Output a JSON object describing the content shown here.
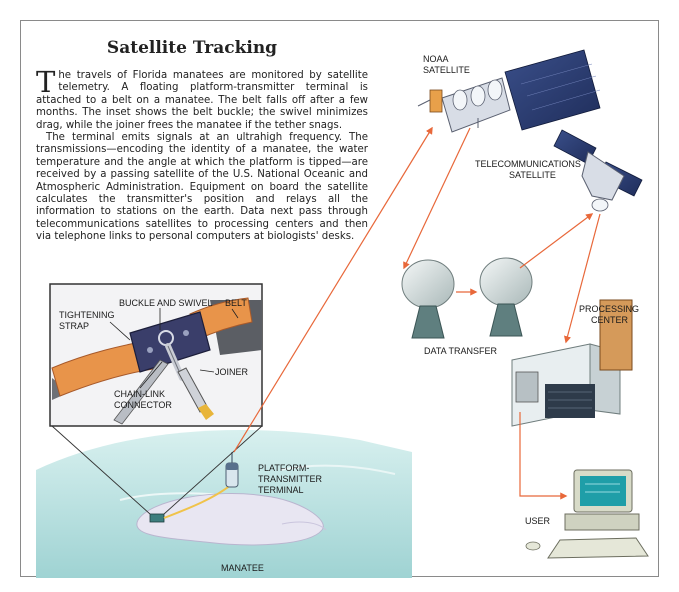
{
  "article": {
    "title": "Satellite Tracking",
    "dropcap": "T",
    "paragraph1": "he travels of Florida manatees are monitored by satellite telemetry. A floating platform-transmitter terminal is attached to a belt on a manatee. The belt falls off after a few months. The inset shows the belt buckle; the swivel minimizes drag, while the joiner frees the manatee if the tether snags.",
    "paragraph2": "The terminal emits signals at an ultrahigh frequency. The transmissions—encoding the identity of a manatee, the water temperature and the angle at which the platform is tipped—are received by a passing satellite of the U.S. National Oceanic and Atmospheric Administration. Equipment on board the satellite calculates the transmitter's position and relays all the information to stations on the earth. Data next pass through telecommunications satellites to processing centers and then via telephone links to personal computers at biologists' desks."
  },
  "labels": {
    "noaa_line1": "NOAA",
    "noaa_line2": "SATELLITE",
    "telecom_line1": "TELECOMMUNICATIONS",
    "telecom_line2": "SATELLITE",
    "data_transfer": "DATA TRANSFER",
    "processing_line1": "PROCESSING",
    "processing_line2": "CENTER",
    "user": "USER",
    "ptt_line1": "PLATFORM-",
    "ptt_line2": "TRANSMITTER",
    "ptt_line3": "TERMINAL",
    "manatee": "MANATEE",
    "buckle": "BUCKLE AND SWIVEL",
    "belt": "BELT",
    "strap_line1": "TIGHTENING",
    "strap_line2": "STRAP",
    "joiner": "JOINER",
    "chain_line1": "CHAIN-LINK",
    "chain_line2": "CONNECTOR"
  },
  "colors": {
    "link_arrow": "#e8683a",
    "water": "#bfe4e4",
    "strap": "#e8944a"
  }
}
